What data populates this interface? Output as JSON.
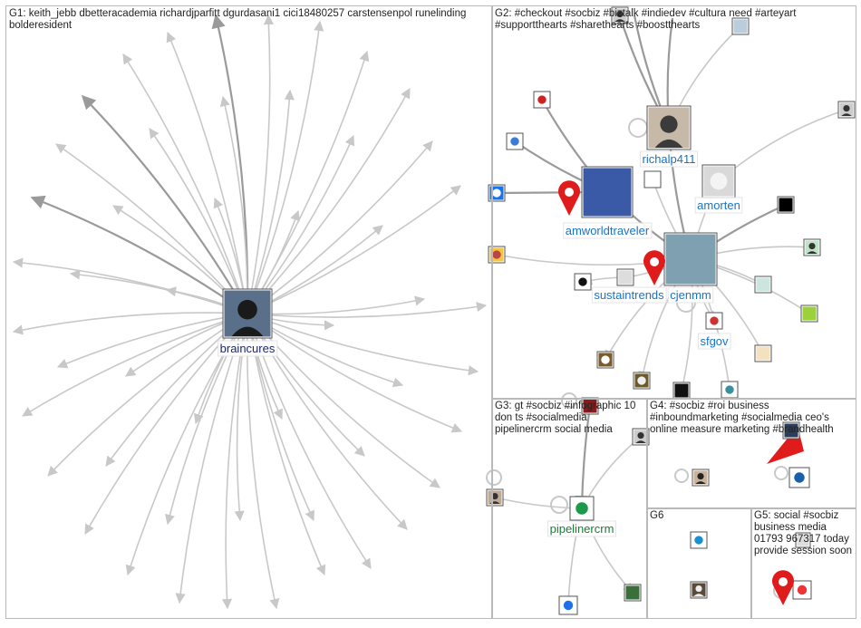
{
  "groups": [
    {
      "id": "G1",
      "label": "G1: keith_jebb dbetteracademia richardjparfitt dgurdasani1 cici18480257 carstensenpol runelinding bolderesident"
    },
    {
      "id": "G2",
      "label": "G2: #checkout #socbiz #biztalk #indiedev #cultura need #arteyart #supportthearts #sharethearts #boostthearts"
    },
    {
      "id": "G3",
      "label": "G3: gt #socbiz #infographic 10 don ts #socialmedia pipelinercrm social media"
    },
    {
      "id": "G4",
      "label": "G4: #socbiz #roi business #inboundmarketing #socialmedia ceo's online measure marketing #brandhealth"
    },
    {
      "id": "G6",
      "label": "G6"
    },
    {
      "id": "G5",
      "label": "G5: social #socbiz business media 01793 967317 today provide session soon"
    }
  ],
  "hub_labels": {
    "braincures": "braincures",
    "richalp411": "richalp411",
    "amorten": "amorten",
    "amworldtraveler": "amworldtraveler",
    "sustaintrends": "sustaintrends",
    "cjenmm": "cjenmm",
    "sfgov": "sfgov",
    "pipelinercrm": "pipelinercrm"
  },
  "colors": {
    "edge": "#c8c8c8",
    "edge_strong": "#9a9a9a",
    "group_border": "#b9b9b9",
    "label_blue": "#1a73c8",
    "label_navy": "#1b2a6b",
    "label_green": "#1e7a35",
    "pin_red": "#e01b1b"
  }
}
